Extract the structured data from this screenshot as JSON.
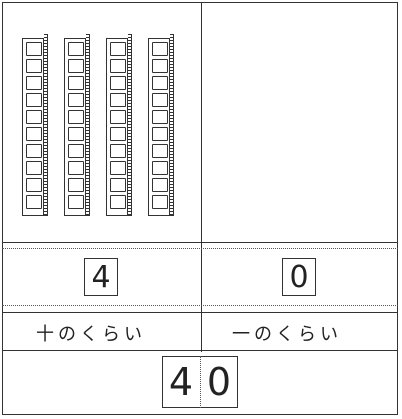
{
  "blocks": {
    "tens_rods": 4,
    "cubes_per_rod": 10,
    "ones_cubes": 0
  },
  "place_value": {
    "tens_digit": "4",
    "ones_digit": "0",
    "tens_label": "十のくらい",
    "ones_label": "一のくらい"
  },
  "number": {
    "tens": "4",
    "ones": "0"
  }
}
